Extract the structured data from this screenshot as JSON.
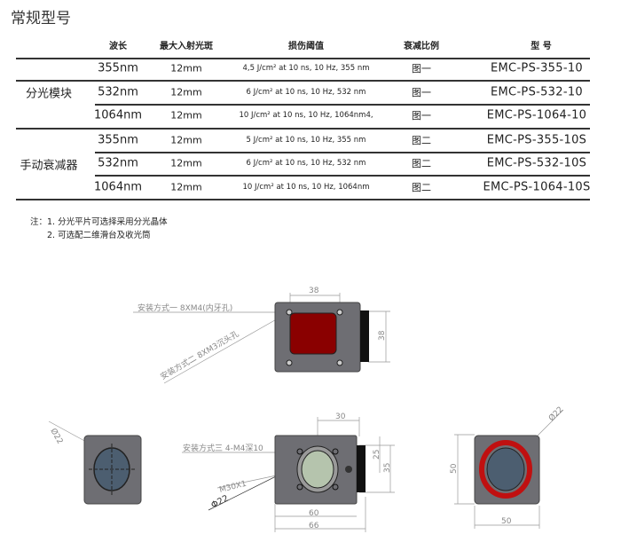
{
  "title": "常规型号",
  "table": {
    "headers": [
      "波长",
      "最大入射光斑",
      "损伤阈值",
      "衰减比例",
      "型 号"
    ],
    "groups": [
      {
        "name": "分光模块",
        "rows": [
          [
            "355nm",
            "12mm",
            "4,5 J/cm² at 10 ns, 10 Hz, 355 nm",
            "图一",
            "EMC-PS-355-10"
          ],
          [
            "532nm",
            "12mm",
            "6 J/cm² at 10 ns, 10 Hz, 532 nm",
            "图一",
            "EMC-PS-532-10"
          ],
          [
            "1064nm",
            "12mm",
            "10 J/cm² at 10 ns, 10 Hz, 1064nm4,",
            "图一",
            "EMC-PS-1064-10"
          ]
        ]
      },
      {
        "name": "手动衰减器",
        "rows": [
          [
            "355nm",
            "12mm",
            "5 J/cm² at 10 ns, 10 Hz, 355 nm",
            "图二",
            "EMC-PS-355-10S"
          ],
          [
            "532nm",
            "12mm",
            "6 J/cm² at 10 ns, 10 Hz, 532 nm",
            "图二",
            "EMC-PS-532-10S"
          ],
          [
            "1064nm",
            "12mm",
            "10 J/cm² at 10 ns, 10 Hz, 1064nm",
            "图二",
            "EMC-PS-1064-10S"
          ]
        ]
      }
    ]
  },
  "notes": [
    "注：1. 分光平片可选择采用分光晶体",
    "2. 可选配二维滑台及收光筒"
  ],
  "drawing": {
    "mount1": "安装方式一 8XM4(内牙孔)",
    "mount2": "安装方式二 8XM3沉头孔",
    "mount3": "安装方式三 4-M4深10",
    "thread": "M30X1",
    "dims": {
      "top_w": "38",
      "top_h": "38",
      "d_left": "Ø22",
      "c_30": "30",
      "c_25": "25",
      "c_35": "35",
      "c_60": "60",
      "c_66": "66",
      "phi": "Φ22",
      "r_h": "50",
      "r_w": "50",
      "d_right": "Ø22"
    }
  }
}
